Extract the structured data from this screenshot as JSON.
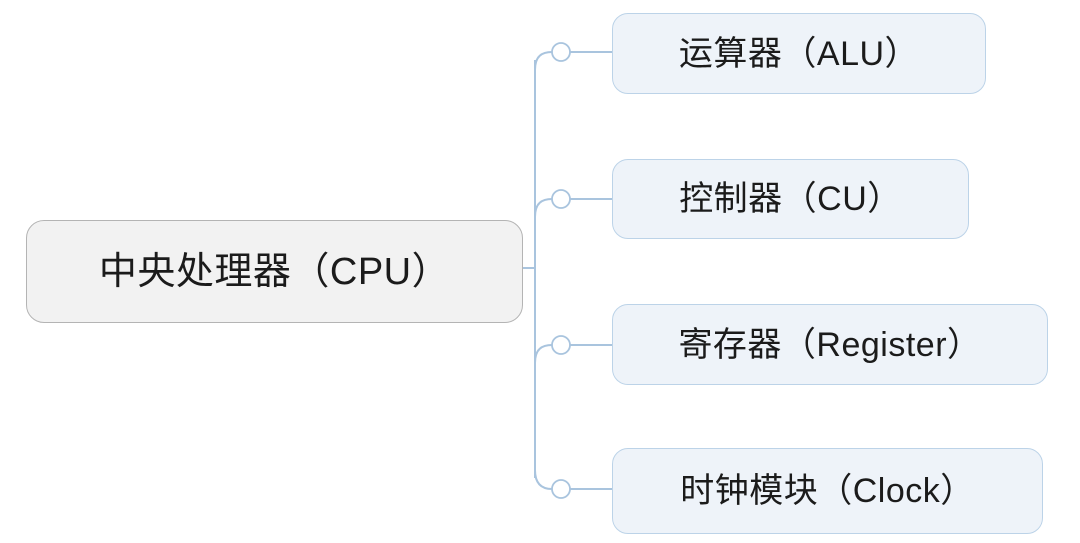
{
  "diagram": {
    "type": "mind-map",
    "background_color": "#ffffff",
    "root": {
      "label": "中央处理器（CPU）",
      "fill_color": "#f2f2f2",
      "border_color": "#b4b4b4",
      "text_color": "#1b1b1b"
    },
    "branch": {
      "line_color": "#a9c4de",
      "junction_fill": "#ffffff",
      "junction_stroke": "#a9c4de"
    },
    "children": [
      {
        "label": "运算器（ALU）",
        "fill_color": "#eef3f9",
        "border_color": "#bcd3e8",
        "text_color": "#1b1b1b"
      },
      {
        "label": "控制器（CU）",
        "fill_color": "#eef3f9",
        "border_color": "#bcd3e8",
        "text_color": "#1b1b1b"
      },
      {
        "label": "寄存器（Register）",
        "fill_color": "#eef3f9",
        "border_color": "#bcd3e8",
        "text_color": "#1b1b1b"
      },
      {
        "label": "时钟模块（Clock）",
        "fill_color": "#eef3f9",
        "border_color": "#bcd3e8",
        "text_color": "#1b1b1b"
      }
    ]
  }
}
